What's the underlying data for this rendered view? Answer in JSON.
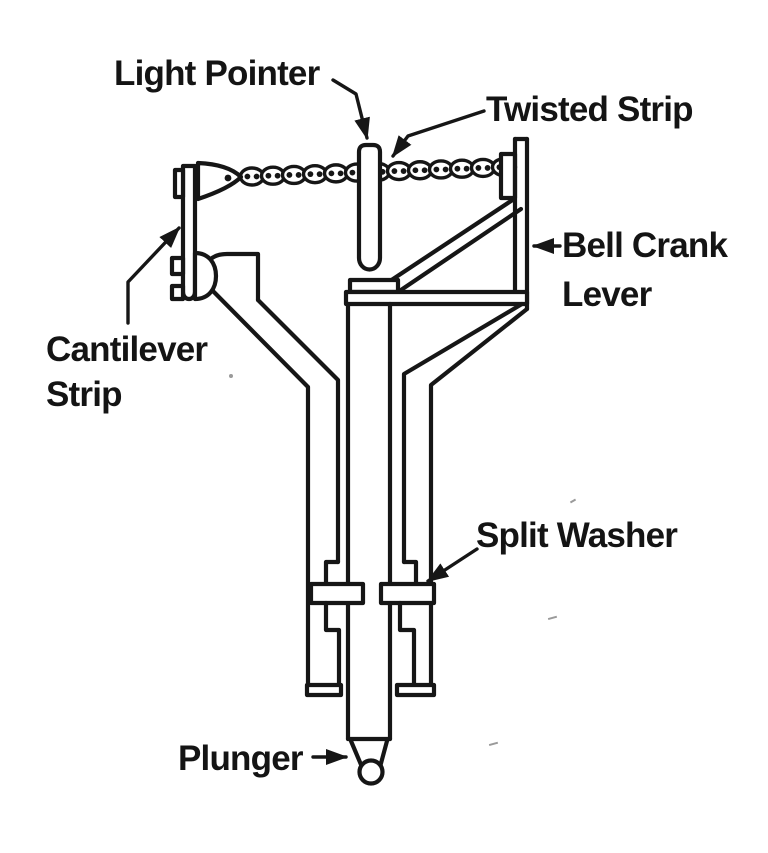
{
  "diagram": {
    "colors": {
      "ink": "#161616",
      "background": "#ffffff"
    },
    "labels": {
      "light_pointer": "Light Pointer",
      "twisted_strip": "Twisted Strip",
      "bell_crank_line1": "Bell Crank",
      "bell_crank_line2": "Lever",
      "cantilever_line1": "Cantilever",
      "cantilever_line2": "Strip",
      "split_washer": "Split Washer",
      "plunger": "Plunger"
    }
  }
}
